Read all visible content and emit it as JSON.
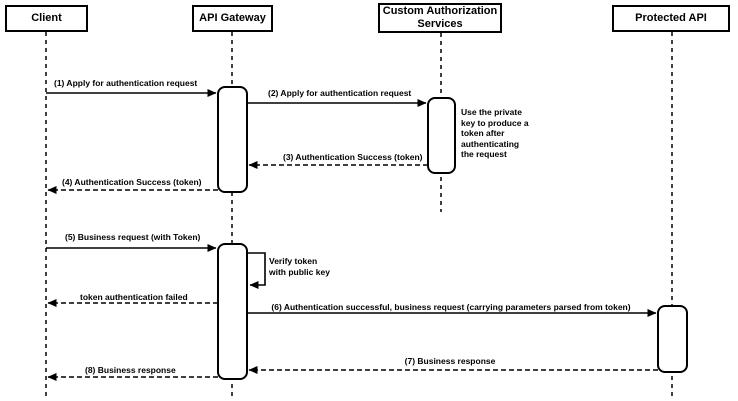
{
  "diagram": {
    "type": "uml-sequence",
    "colors": {
      "stroke": "#000000",
      "background": "#ffffff",
      "shape_fill": "#ffffff"
    },
    "participants": [
      {
        "id": "client",
        "label": "Client"
      },
      {
        "id": "api-gateway",
        "label": "API Gateway"
      },
      {
        "id": "custom-authorization-services",
        "label": "Custom Authorization\nServices"
      },
      {
        "id": "protected-api",
        "label": "Protected API"
      }
    ],
    "messages": [
      {
        "seq": 1,
        "label": "(1) Apply for authentication request",
        "from": "Client",
        "to": "API Gateway",
        "style": "solid"
      },
      {
        "seq": 2,
        "label": "(2) Apply for authentication request",
        "from": "API Gateway",
        "to": "Custom Authorization Services",
        "style": "solid"
      },
      {
        "seq": 3,
        "label": "(3) Authentication Success (token)",
        "from": "Custom Authorization Services",
        "to": "API Gateway",
        "style": "dashed"
      },
      {
        "seq": 4,
        "label": "(4) Authentication Success (token)",
        "from": "API Gateway",
        "to": "Client",
        "style": "dashed"
      },
      {
        "seq": 5,
        "label": "(5) Business request (with Token)",
        "from": "Client",
        "to": "API Gateway",
        "style": "solid"
      },
      {
        "seq": 6,
        "label": "Verify token\nwith public key",
        "from": "API Gateway",
        "to": "API Gateway",
        "style": "self"
      },
      {
        "seq": 7,
        "label": "token authentication failed",
        "from": "API Gateway",
        "to": "Client",
        "style": "dashed"
      },
      {
        "seq": 8,
        "label": "(6) Authentication successful, business request (carrying parameters parsed from token)",
        "from": "API Gateway",
        "to": "Protected API",
        "style": "solid"
      },
      {
        "seq": 9,
        "label": "(7) Business response",
        "from": "Protected API",
        "to": "API Gateway",
        "style": "dashed"
      },
      {
        "seq": 10,
        "label": "(8) Business response",
        "from": "API Gateway",
        "to": "Client",
        "style": "dashed"
      }
    ],
    "note": {
      "text": "Use the private\nkey to produce a\ntoken after\nauthenticating\nthe request",
      "attached_to": "Custom Authorization Services"
    }
  }
}
